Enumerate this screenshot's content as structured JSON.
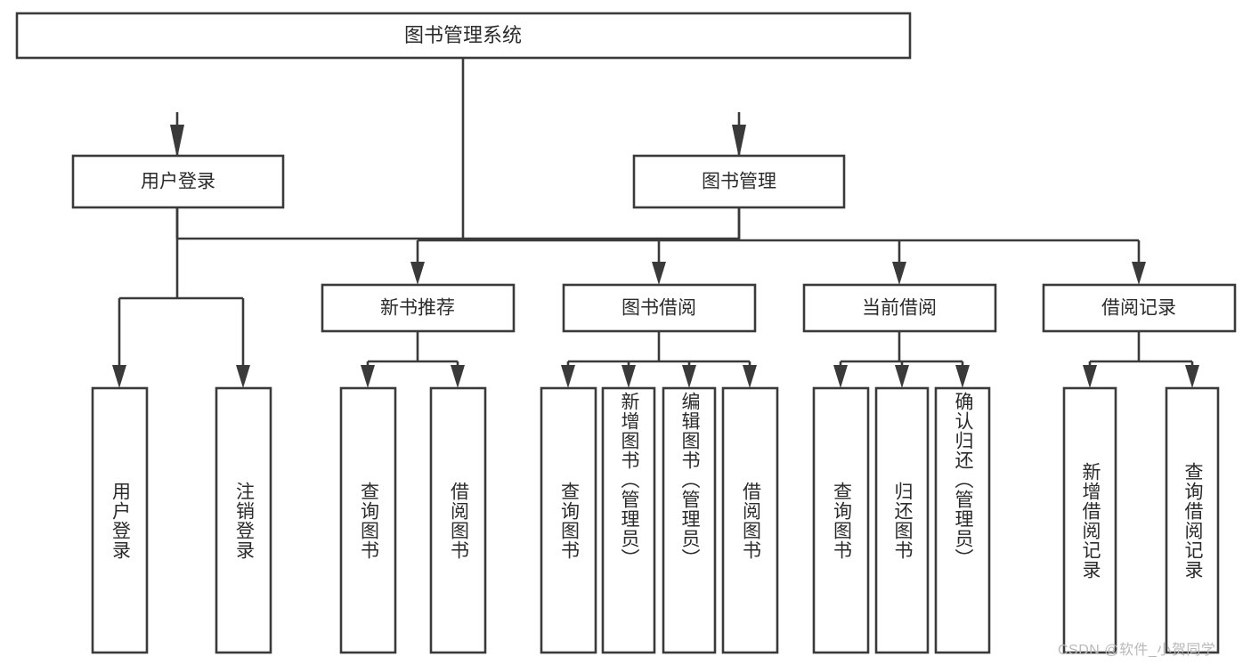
{
  "diagram": {
    "type": "tree-hierarchy",
    "title": "图书管理系统",
    "root": {
      "label": "图书管理系统"
    },
    "level1": [
      {
        "id": "user-login",
        "label": "用户登录"
      },
      {
        "id": "book-manage",
        "label": "图书管理"
      }
    ],
    "level2": [
      {
        "id": "new-book-rec",
        "label": "新书推荐",
        "parent": "book-manage"
      },
      {
        "id": "book-borrow",
        "label": "图书借阅",
        "parent": "book-manage"
      },
      {
        "id": "current-borrow",
        "label": "当前借阅",
        "parent": "book-manage"
      },
      {
        "id": "borrow-record",
        "label": "借阅记录",
        "parent": "book-manage"
      }
    ],
    "leaves": [
      {
        "id": "leaf-user-login",
        "label": "用户登录",
        "parent": "user-login"
      },
      {
        "id": "leaf-logout",
        "label": "注销登录",
        "parent": "user-login"
      },
      {
        "id": "leaf-query-book-1",
        "label": "查询图书",
        "parent": "new-book-rec"
      },
      {
        "id": "leaf-borrow-book-1",
        "label": "借阅图书",
        "parent": "new-book-rec"
      },
      {
        "id": "leaf-query-book-2",
        "label": "查询图书",
        "parent": "book-borrow"
      },
      {
        "id": "leaf-add-book",
        "label": "新增图书（管理员）",
        "parent": "book-borrow"
      },
      {
        "id": "leaf-edit-book",
        "label": "编辑图书（管理员）",
        "parent": "book-borrow"
      },
      {
        "id": "leaf-borrow-book-2",
        "label": "借阅图书",
        "parent": "book-borrow"
      },
      {
        "id": "leaf-query-book-3",
        "label": "查询图书",
        "parent": "current-borrow"
      },
      {
        "id": "leaf-return-book",
        "label": "归还图书",
        "parent": "current-borrow"
      },
      {
        "id": "leaf-confirm-return",
        "label": "确认归还（管理员）",
        "parent": "current-borrow"
      },
      {
        "id": "leaf-add-record",
        "label": "新增借阅记录",
        "parent": "borrow-record"
      },
      {
        "id": "leaf-query-record",
        "label": "查询借阅记录",
        "parent": "borrow-record"
      }
    ],
    "watermark": "CSDN @软件_小贺同学",
    "colors": {
      "box_stroke": "#3a3a3a",
      "box_fill": "#ffffff",
      "text": "#2b2b2b",
      "background": "#ffffff",
      "watermark": "#b9b9b9"
    }
  }
}
